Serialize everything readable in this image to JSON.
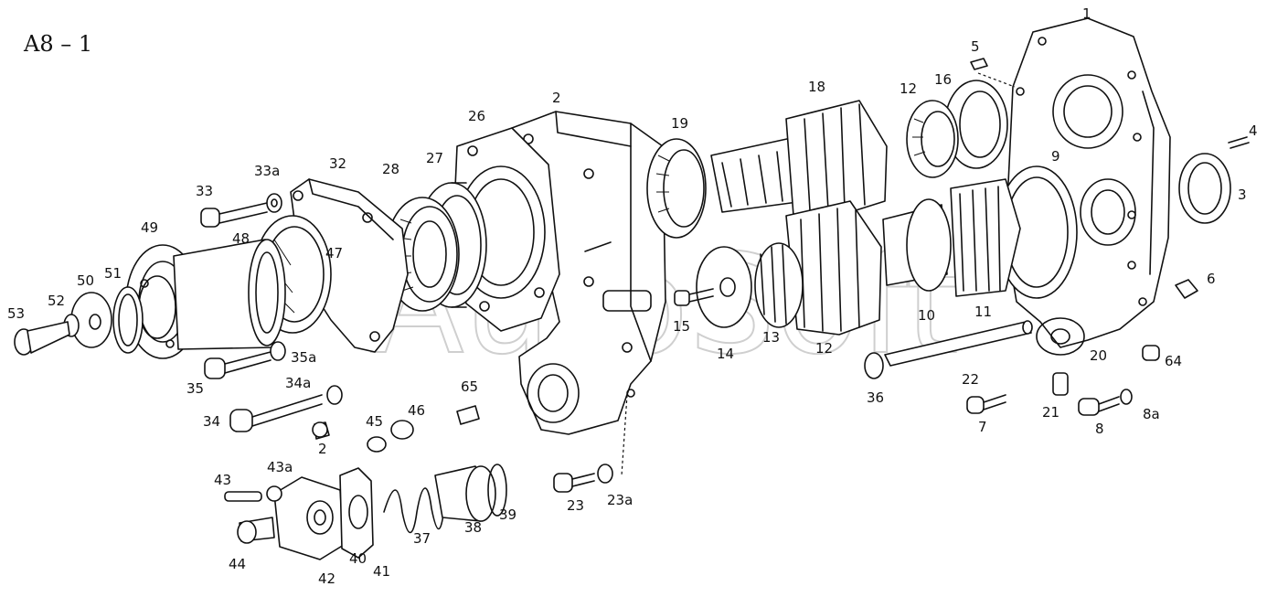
{
  "diagram": {
    "title": "A8 – 1",
    "watermark": "AutoSoft",
    "labels": {
      "p1": "1",
      "p2": "2",
      "p2b": "2",
      "p3": "3",
      "p4": "4",
      "p5": "5",
      "p6": "6",
      "p7": "7",
      "p8": "8",
      "p8a": "8a",
      "p9": "9",
      "p10": "10",
      "p11": "11",
      "p12": "12",
      "p12b": "12",
      "p13": "13",
      "p14": "14",
      "p15": "15",
      "p16": "16",
      "p18": "18",
      "p19": "19",
      "p20": "20",
      "p21": "21",
      "p22": "22",
      "p23": "23",
      "p23a": "23a",
      "p26": "26",
      "p27": "27",
      "p28": "28",
      "p32": "32",
      "p33": "33",
      "p33a": "33a",
      "p34": "34",
      "p34a": "34a",
      "p35": "35",
      "p35a": "35a",
      "p36": "36",
      "p37": "37",
      "p38": "38",
      "p39": "39",
      "p40": "40",
      "p41": "41",
      "p42": "42",
      "p43": "43",
      "p43a": "43a",
      "p44": "44",
      "p45": "45",
      "p46": "46",
      "p47": "47",
      "p48": "48",
      "p49": "49",
      "p50": "50",
      "p51": "51",
      "p52": "52",
      "p53": "53",
      "p64": "64",
      "p65": "65"
    }
  }
}
